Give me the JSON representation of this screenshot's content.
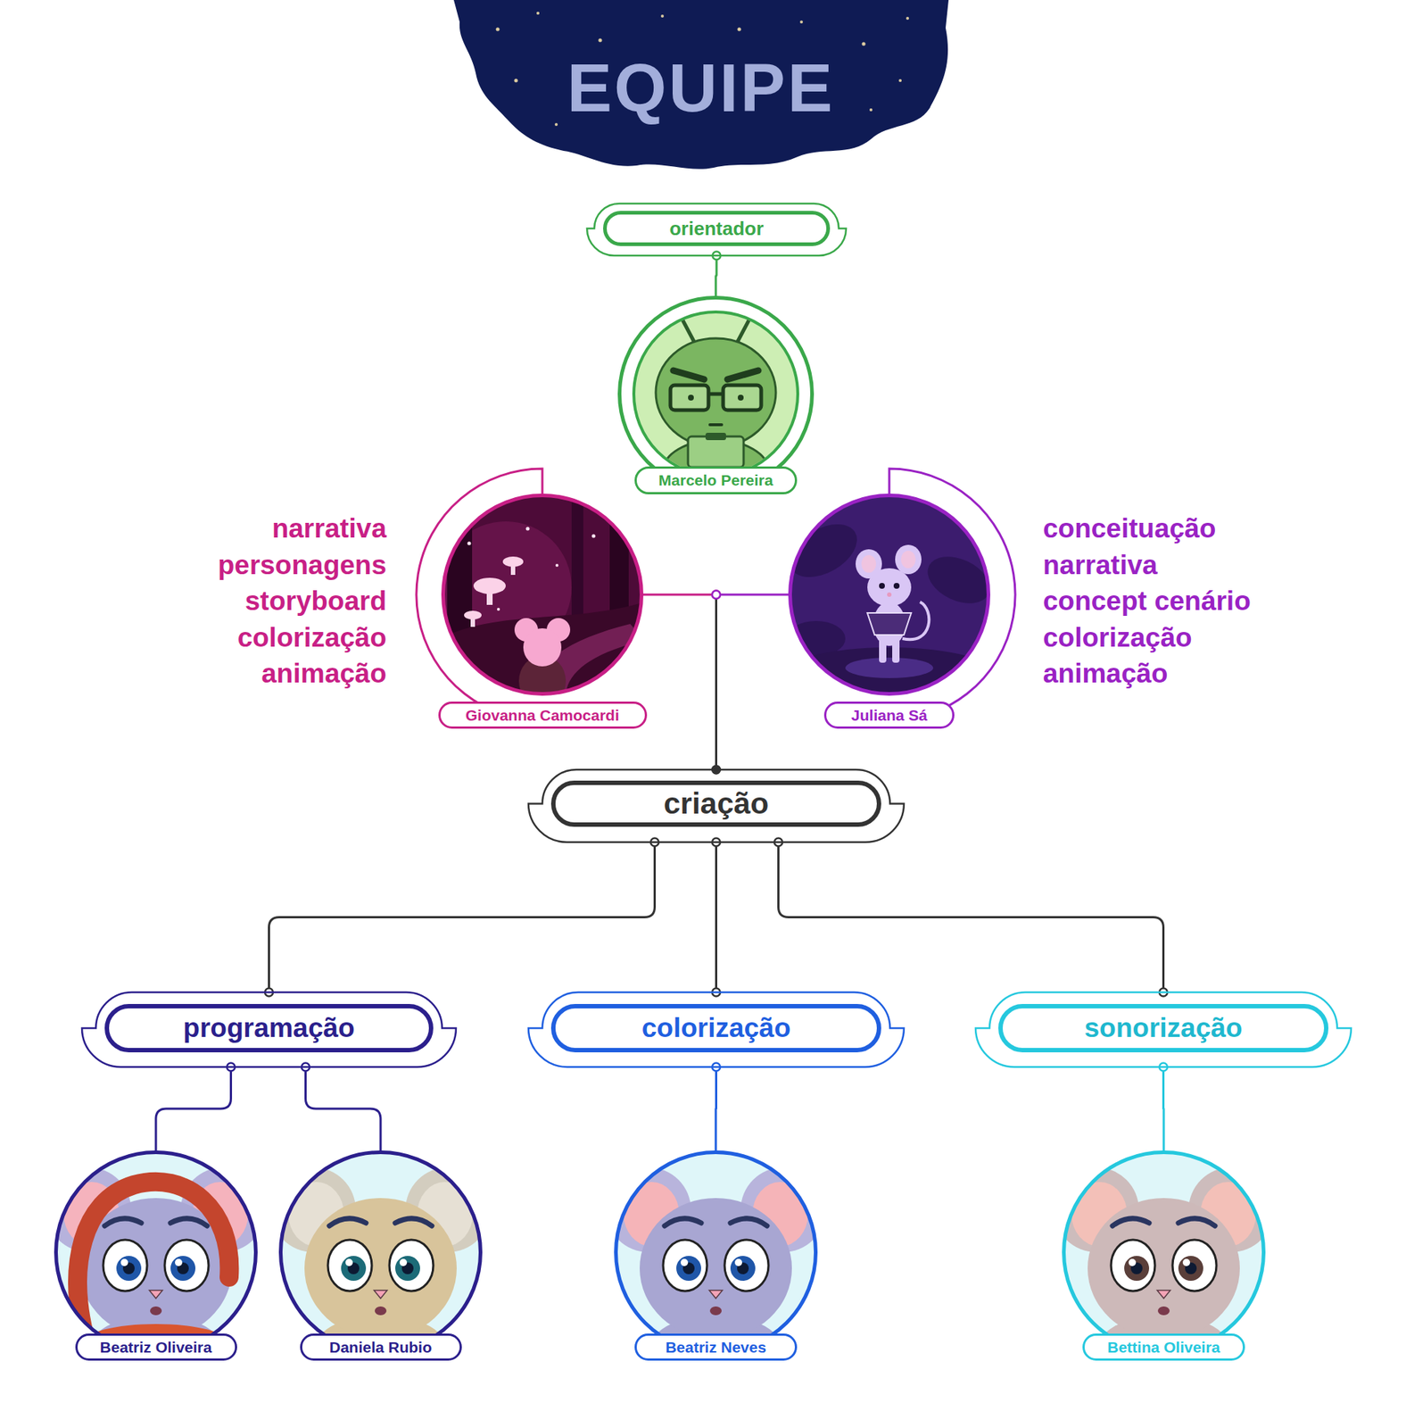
{
  "diagram": {
    "title": "EQUIPE",
    "nodes": [
      {
        "text": [
          "orientador"
        ]
      },
      {
        "text": [
          "Marcelo Pereira"
        ]
      },
      {
        "text": [
          "narrativa",
          "personagens",
          "storyboard",
          "colorização",
          "animação",
          "Giovanna Camocardi"
        ]
      },
      {
        "text": [
          "Juliana Sá",
          "conceituação",
          "narrativa",
          "concept cenário",
          "colorização",
          "animação"
        ]
      },
      {
        "text": [
          "criação"
        ]
      },
      {
        "text": [
          "programação"
        ]
      },
      {
        "text": [
          "colorização"
        ]
      },
      {
        "text": [
          "sonorização"
        ]
      },
      {
        "text": [
          "Beatriz Oliveira"
        ]
      },
      {
        "text": [
          "Daniela Rubio"
        ]
      },
      {
        "text": [
          "Beatriz Neves"
        ]
      },
      {
        "text": [
          "Bettina Oliveira"
        ]
      }
    ],
    "edges": [
      {
        "from": 0,
        "to": 1,
        "arrow": "none"
      },
      {
        "from": 2,
        "to": 4,
        "arrow": "none"
      },
      {
        "from": 3,
        "to": 4,
        "arrow": "none"
      },
      {
        "from": 4,
        "to": 5,
        "arrow": "none"
      },
      {
        "from": 4,
        "to": 6,
        "arrow": "none"
      },
      {
        "from": 4,
        "to": 7,
        "arrow": "none"
      },
      {
        "from": 5,
        "to": 8,
        "arrow": "none"
      },
      {
        "from": 5,
        "to": 9,
        "arrow": "none"
      },
      {
        "from": 6,
        "to": 10,
        "arrow": "none"
      },
      {
        "from": 7,
        "to": 11,
        "arrow": "none"
      }
    ]
  }
}
